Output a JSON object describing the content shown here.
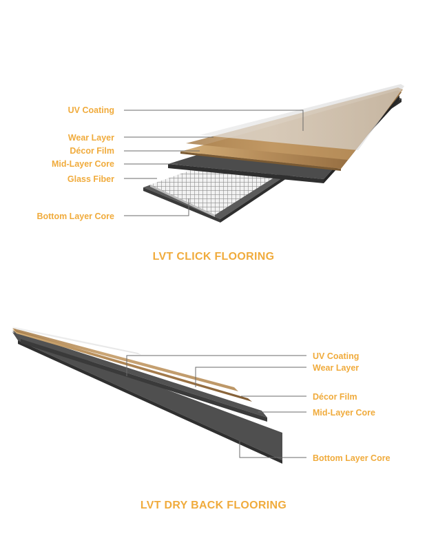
{
  "click": {
    "title": "LVT CLICK FLOORING",
    "labels": [
      "UV Coating",
      "Wear Layer",
      "Décor Film",
      "Mid-Layer Core",
      "Glass Fiber",
      "Bottom Layer Core"
    ]
  },
  "dryback": {
    "title": "LVT DRY BACK FLOORING",
    "labels": [
      "UV Coating",
      "Wear Layer",
      "Décor Film",
      "Mid-Layer Core",
      "Bottom Layer Core"
    ]
  },
  "colors": {
    "label": "#f0ab3c",
    "wood_light": "#c9a46f",
    "wood_dark": "#8f6a3e",
    "core": "#4a4a4a",
    "bottom": "#555555",
    "leader": "#6a6a6a"
  }
}
